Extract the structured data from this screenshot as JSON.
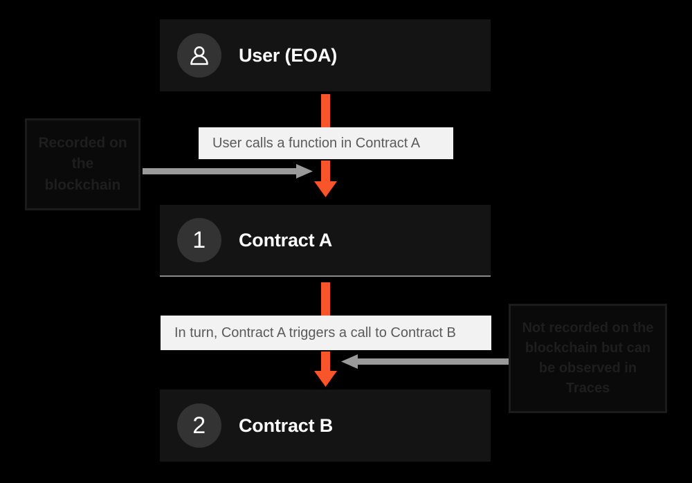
{
  "diagram": {
    "title": "Blockchain contract call flow",
    "background_color": "#000000",
    "accent_color": "#f9552b",
    "muted_arrow_color": "#9a9a9a",
    "node_bg_color": "#141414",
    "caption_bg_color": "#f2f2f2"
  },
  "nodes": [
    {
      "id": "user",
      "badge_type": "person-icon",
      "badge_label": "",
      "title": "User (EOA)"
    },
    {
      "id": "contract-a",
      "badge_type": "number",
      "badge_label": "1",
      "title": "Contract A"
    },
    {
      "id": "contract-b",
      "badge_type": "number",
      "badge_label": "2",
      "title": "Contract B"
    }
  ],
  "captions": [
    {
      "id": "caption-user-to-a",
      "text": "User calls a function in Contract A"
    },
    {
      "id": "caption-a-to-b",
      "text": "In turn, Contract A triggers a call to Contract B"
    }
  ],
  "notes": [
    {
      "id": "note-recorded",
      "text": "Recorded on the blockchain",
      "points_to": "caption-user-to-a",
      "arrow_direction": "right"
    },
    {
      "id": "note-not-recorded",
      "text": "Not recorded on the blockchain but can be observed in Traces",
      "points_to": "caption-a-to-b",
      "arrow_direction": "left"
    }
  ]
}
